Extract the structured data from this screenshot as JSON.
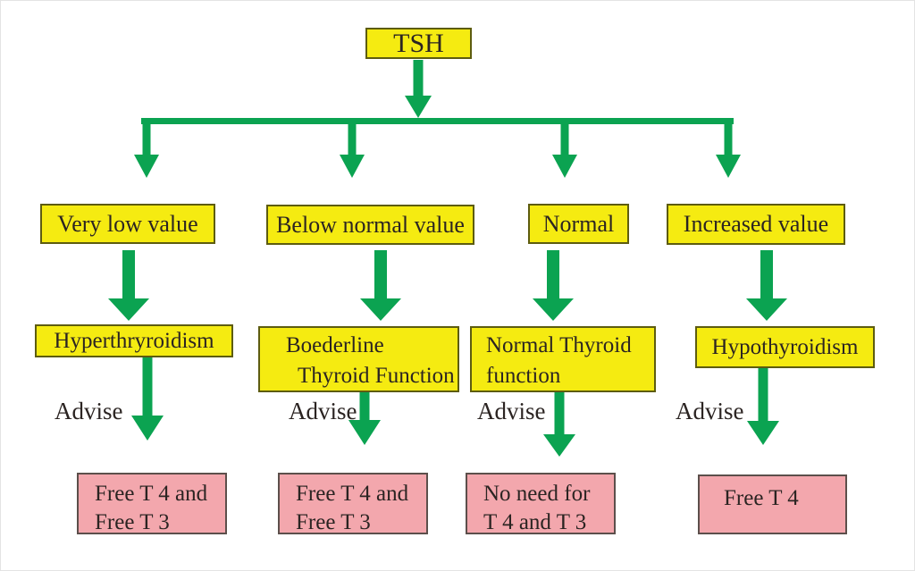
{
  "diagram": {
    "root": {
      "label": "TSH"
    },
    "advise_label": "Advise",
    "level1": [
      {
        "label": "Very low value"
      },
      {
        "label": "Below normal value"
      },
      {
        "label": "Normal"
      },
      {
        "label": "Increased value"
      }
    ],
    "level2": [
      {
        "lines": [
          "Hyperthryroidism"
        ]
      },
      {
        "lines": [
          "Boederline",
          "Thyroid Function"
        ]
      },
      {
        "lines": [
          "Normal Thyroid",
          "function"
        ]
      },
      {
        "lines": [
          "Hypothyroidism"
        ]
      }
    ],
    "level3": [
      {
        "lines": [
          "Free T 4 and",
          "Free T 3"
        ]
      },
      {
        "lines": [
          "Free T 4 and",
          "Free T 3"
        ]
      },
      {
        "lines": [
          "No need for",
          "T 4 and T 3"
        ]
      },
      {
        "lines": [
          "Free T 4"
        ]
      }
    ],
    "colors": {
      "box_yellow": "#f5eb11",
      "yellow_border": "#5d5c10",
      "box_pink": "#f3a7ad",
      "pink_border": "#5c4f4b",
      "arrow_green": "#0ba351",
      "text": "#2b2422",
      "background": "#ffffff",
      "page_border": "#e3e3e3"
    }
  }
}
